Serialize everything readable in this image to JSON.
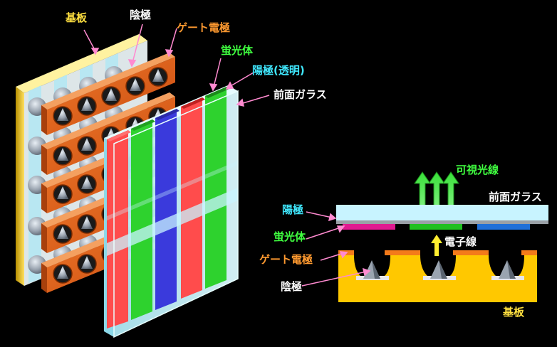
{
  "labels": {
    "substrate": "基板",
    "cathode": "陰極",
    "gate": "ゲート電極",
    "phosphor": "蛍光体",
    "anode": "陽極(透明)",
    "front_glass": "前面ガラス"
  },
  "cross_section": {
    "visible_light": "可視光線",
    "front_glass": "前面ガラス",
    "anode": "陽極",
    "phosphor": "蛍光体",
    "electron_beam": "電子線",
    "gate": "ゲート電極",
    "cathode": "陰極",
    "substrate": "基板"
  },
  "colors": {
    "yellow_label": "#ffe040",
    "orange_label": "#ff9a30",
    "green_label": "#40ff40",
    "cyan_label": "#40e8ff",
    "white_label": "#ffffff",
    "leader": "#ff8ad0",
    "substrate": "#ffd21a",
    "gate": "#e0641a",
    "glass": "#c8f4ff",
    "red_stripe": "#ff4c4c",
    "green_stripe": "#2ed22e",
    "blue_stripe": "#3a3adc"
  }
}
